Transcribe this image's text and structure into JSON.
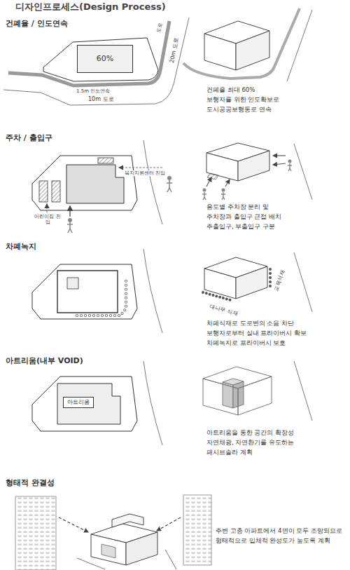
{
  "diagram": {
    "title": "디자인프로세스(Design Process)",
    "nodes": [
      {
        "text": [
          "60%"
        ]
      },
      {
        "text": [
          "아트리움"
        ]
      }
    ],
    "labels": [
      "건폐율 / 인도연속",
      "도로",
      "20m 도로",
      "1.5m 인도연속",
      "10m 도로",
      "건폐율 최대 60%",
      "보행자를 위한 인도확보로",
      "도시공공보행통로 연속",
      "주차 / 출입구",
      "복지지원센터 진입",
      "어린이집 진입",
      "용도별 주차장 분리 및",
      "주차장과 출입구 근접 배치",
      "주출입구, 부출입구 구분",
      "차폐녹지",
      "대나무 식재",
      "교목식재",
      "차폐식재로 도로변의 소음 차단",
      "보행자로부터 실내 프라이버시 확보",
      "차폐녹지로 프라이버시 보호",
      "아트리움(내부 VOID)",
      "아트리움을 통한 공간의 확장성",
      "자연채광, 자연환기를 유도하는",
      "패시브솔라 계획",
      "형태적 완결성",
      "주변 고층 아파트에서 4면이 모두 조망되므로",
      "형태적으로 입체적 완성도가 높도록 계획"
    ]
  }
}
